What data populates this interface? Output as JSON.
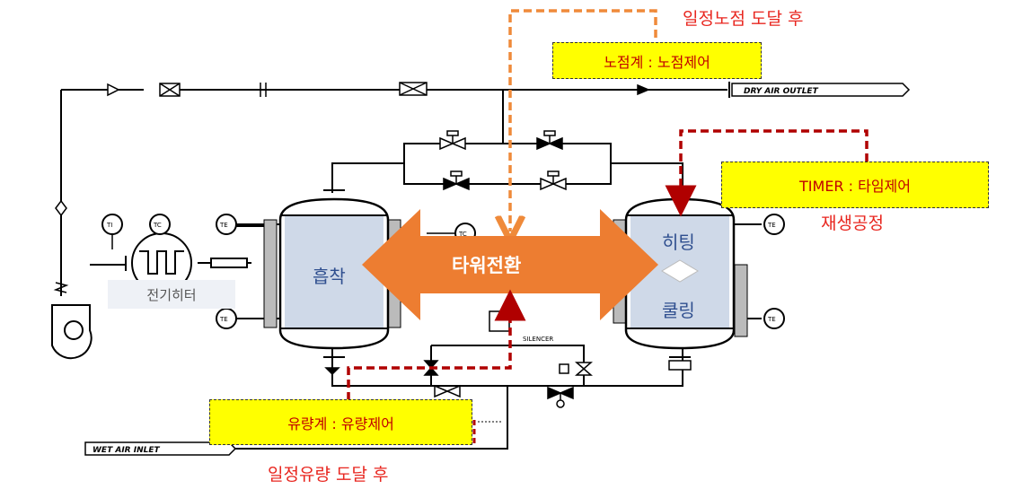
{
  "labels": {
    "dew_reach": "일정노점 도달 후",
    "dew_box": "노점계 : 노점제어",
    "timer_box": "TIMER : 타임제어",
    "regen": "재생공정",
    "tower_switch": "타워전환",
    "adsorb": "흡착",
    "heating": "히팅",
    "cooling": "쿨링",
    "heater": "전기히터",
    "flow_box": "유량계 : 유량제어",
    "flow_reach": "일정유량 도달 후",
    "dry_outlet": "DRY AIR OUTLET",
    "wet_inlet": "WET AIR INLET",
    "silencer": "SILENCER",
    "gauge_ti": "TI",
    "gauge_tc": "TC",
    "gauge_te": "TE"
  },
  "colors": {
    "orange_dash": "#ef8a3a",
    "red_dash": "#b00000",
    "switch_arrow": "#ed7d31",
    "vessel_fill": "#cfd9e8",
    "callout_fill": "#ffff00",
    "label_red": "#e8261f"
  }
}
